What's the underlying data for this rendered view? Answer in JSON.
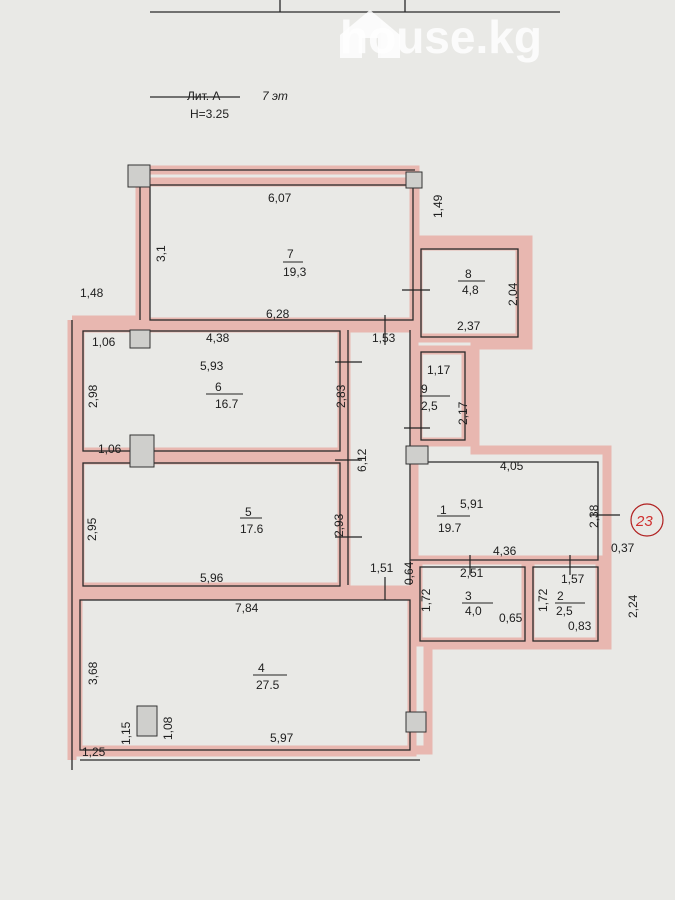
{
  "header": {
    "liter": "Лит. А",
    "floor_note": "7 эт",
    "height": "H=3.25"
  },
  "watermark": "house.kg",
  "apartment_number": "23",
  "rooms": [
    {
      "number": "7",
      "area": "19,3"
    },
    {
      "number": "8",
      "area": "4,8"
    },
    {
      "number": "6",
      "area": "16.7"
    },
    {
      "number": "9",
      "area": "2,5"
    },
    {
      "number": "5",
      "area": "17.6"
    },
    {
      "number": "1",
      "area": "19.7"
    },
    {
      "number": "3",
      "area": "4,0"
    },
    {
      "number": "2",
      "area": "2,5"
    },
    {
      "number": "4",
      "area": "27.5"
    }
  ],
  "dimensions": [
    "6,07",
    "3,1",
    "1,48",
    "6,28",
    "1,49",
    "2,04",
    "2,37",
    "4,38",
    "1,53",
    "1,06",
    "5,93",
    "2,98",
    "2,83",
    "1,17",
    "2,17",
    "1,06",
    "6,12",
    "4,05",
    "5,91",
    "2,38",
    "2,95",
    "2,93",
    "4,36",
    "0,37",
    "0,64",
    "1,51",
    "2,51",
    "1,57",
    "5,96",
    "1,72",
    "0,65",
    "1,72",
    "0,83",
    "2,24",
    "7,84",
    "3,68",
    "1,15",
    "1,08",
    "1,25",
    "5,97"
  ]
}
